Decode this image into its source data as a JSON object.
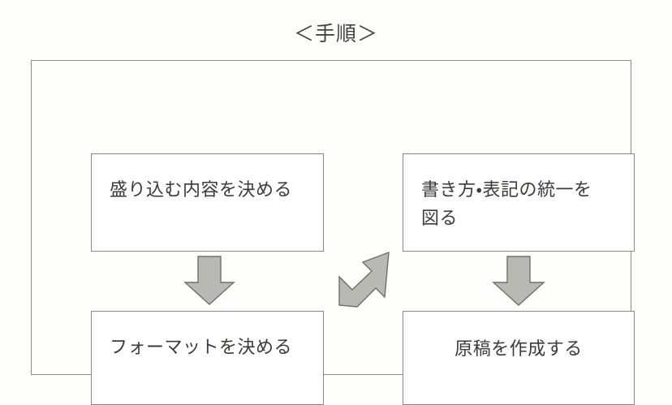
{
  "diagram": {
    "title": "＜手順＞",
    "frame": {
      "name": "procedure-frame",
      "border_color": "#8d8d88",
      "background": "#fefefc"
    },
    "steps": [
      {
        "id": "step-1",
        "order": 1,
        "label": "盛り込む内容を決める",
        "position": "top-left"
      },
      {
        "id": "step-2",
        "order": 2,
        "label": "フォーマットを決める",
        "position": "bottom-left"
      },
      {
        "id": "step-3",
        "order": 3,
        "label": "書き方・表記の統一を\n図る",
        "position": "top-right"
      },
      {
        "id": "step-4",
        "order": 4,
        "label": "原稿を作成する",
        "position": "bottom-right"
      }
    ],
    "connectors": [
      {
        "id": "arrow-down-left",
        "icon": "arrow-down-icon",
        "direction": "down",
        "from": "step-1",
        "to": "step-2"
      },
      {
        "id": "arrow-diagonal-up",
        "icon": "arrow-up-right-icon",
        "direction": "up-right",
        "from": "step-2",
        "to": "step-3"
      },
      {
        "id": "arrow-down-right",
        "icon": "arrow-down-icon",
        "direction": "down",
        "from": "step-3",
        "to": "step-4"
      }
    ],
    "colors": {
      "page_background": "#fdfdfb",
      "box_background": "#ffffff",
      "box_border": "#8a8a85",
      "text": "#3c3b39",
      "arrow_fill": "#b9b9b4",
      "arrow_stroke": "#6f6f6a"
    }
  }
}
